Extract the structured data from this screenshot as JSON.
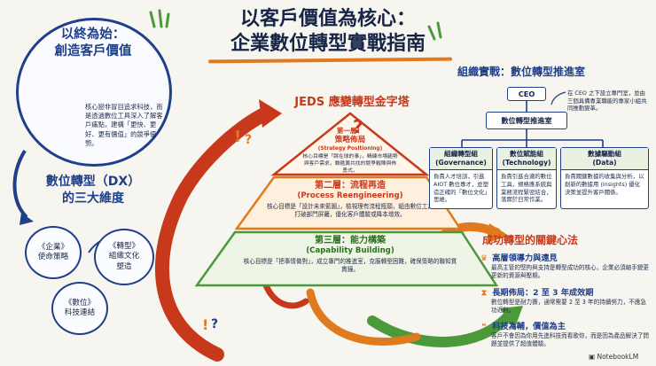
{
  "title": {
    "line1": "以客戶價值為核心：",
    "line2": "企業數位轉型實戰指南"
  },
  "left": {
    "circle_title_1": "以終為始：",
    "circle_title_2": "創造客戶價值",
    "circle_text": "核心戀非冒目追求科技，而是透過數位工具深入了解客戶痛點，建構「更快、更好、更有價值」的競爭優勢。",
    "dx_title_1": "數位轉型（DX）",
    "dx_title_2": "的三大維度",
    "bubbles": [
      {
        "line1": "《企業》",
        "line2": "使命策略"
      },
      {
        "line1": "《轉型》",
        "line2": "組織文化",
        "line3": "塑造"
      },
      {
        "line1": "《數位》",
        "line2": "科技連結"
      }
    ]
  },
  "pyramid": {
    "title": "JEDS 應變轉型金字塔",
    "tier1": {
      "head1": "第一層：",
      "head2": "策略佈局",
      "head3": "(Strategy Positioning)",
      "text": "核心目標是「跳在球的事」，精練市場趨勢與客戶需求，鎖箍異共找的競爭戰陣與佈勇式。"
    },
    "tier2": {
      "head1": "第二層：流程再造",
      "head2": "(Process Reengineering)",
      "text": "核心目標是「設計未來藍圖」，檢視理有流程瓶頸，組由數位工具打破部門屏籬，優化客戶體驗或降本增效。"
    },
    "tier3": {
      "head1": "第三層：能力構築",
      "head2": "(Capability Building)",
      "text": "核心目標是「把事情做對」，成立專門的推進室，克服轉型困難，確保策略的聯知質貫鐘。"
    }
  },
  "org": {
    "title": "組織實戰：數位轉型推進室",
    "ceo": "CEO",
    "office": "數位轉型推進室",
    "note": "在 CEO 之下設立專門室，並由三個具備專業職能的專家小組共同推動變革。",
    "groups": [
      {
        "head1": "組織轉型組",
        "head2": "(Governance)",
        "text": "負責人才培訓，引進 AIOT 數位專才，並塑造正確的「數位文化」思維。"
      },
      {
        "head1": "數位賦能組",
        "head2": "(Technology)",
        "text": "負責引進合適的數位工具，規格應系統與業務流程緊密結合，落實於日常作業。"
      },
      {
        "head1": "數據驅動組",
        "head2": "(Data)",
        "text": "負責關鍵數據的收集與分析，以創新的數據用 (insights) 優化決策並提升客戶關係。"
      }
    ]
  },
  "keys": {
    "title": "成功轉型的關鍵心法",
    "items": [
      {
        "icon": "crown-icon",
        "head": "高層領導力與遠見",
        "text": "最高主管的堅拘與支持是轉型成功的核心，企業必須縮手變更更新的資源與壓期。"
      },
      {
        "icon": "hourglass-icon",
        "head": "長期佈局：2 至 3 年成效期",
        "text": "數位轉型是耐力賽，通常需要 2 至 3 年的持續努力，不應急功近利。"
      },
      {
        "icon": "quote-icon",
        "head": "科技為輔，價值為主",
        "text": "客戶不會因為你用先進科技而看歌你，而是因為產品解決了問題並提供了超值體驗。"
      }
    ]
  },
  "brand": "NotebookLM",
  "colors": {
    "navy": "#1f3f8a",
    "red": "#c8391c",
    "orange": "#e07a1f",
    "green": "#4a9a3a"
  }
}
